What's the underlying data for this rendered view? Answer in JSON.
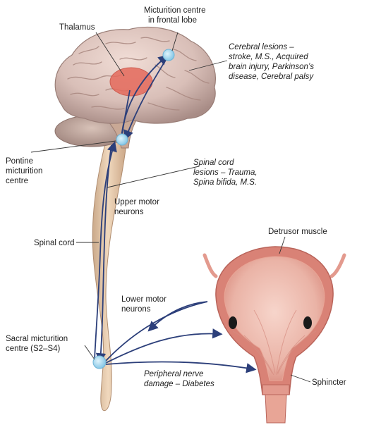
{
  "colors": {
    "brain": "#d9bfb8",
    "brain_shadow": "#a88c86",
    "spinal_cord": "#e8cdb0",
    "thalamus": "#e56a5c",
    "bladder_outer": "#e39a8e",
    "bladder_inner": "#f2c3b6",
    "nerve_path": "#2c3f7a",
    "centre_node": "#a8d8f0",
    "leader_line": "#333333"
  },
  "labels": {
    "thalamus": "Thalamus",
    "micturition_frontal": [
      "Micturition centre",
      "in frontal lobe"
    ],
    "cerebral_lesions": [
      "Cerebral lesions –",
      "stroke, M.S., Acquired",
      "brain injury, Parkinson’s",
      "disease, Cerebral palsy"
    ],
    "pontine": [
      "Pontine",
      "micturition",
      "centre"
    ],
    "spinal_cord_lesions": [
      "Spinal cord",
      "lesions – Trauma,",
      "Spina bifida, M.S."
    ],
    "upper_motor": [
      "Upper motor",
      "neurons"
    ],
    "spinal_cord": "Spinal cord",
    "detrusor": "Detrusor muscle",
    "lower_motor": [
      "Lower motor",
      "neurons"
    ],
    "sacral": [
      "Sacral micturition",
      "centre (S2–S4)"
    ],
    "peripheral": [
      "Peripheral nerve",
      "damage – Diabetes"
    ],
    "sphincter": "Sphincter"
  },
  "icons": [
    "brain-illustration",
    "spinal-cord-illustration",
    "bladder-illustration",
    "nerve-path-arrows"
  ]
}
